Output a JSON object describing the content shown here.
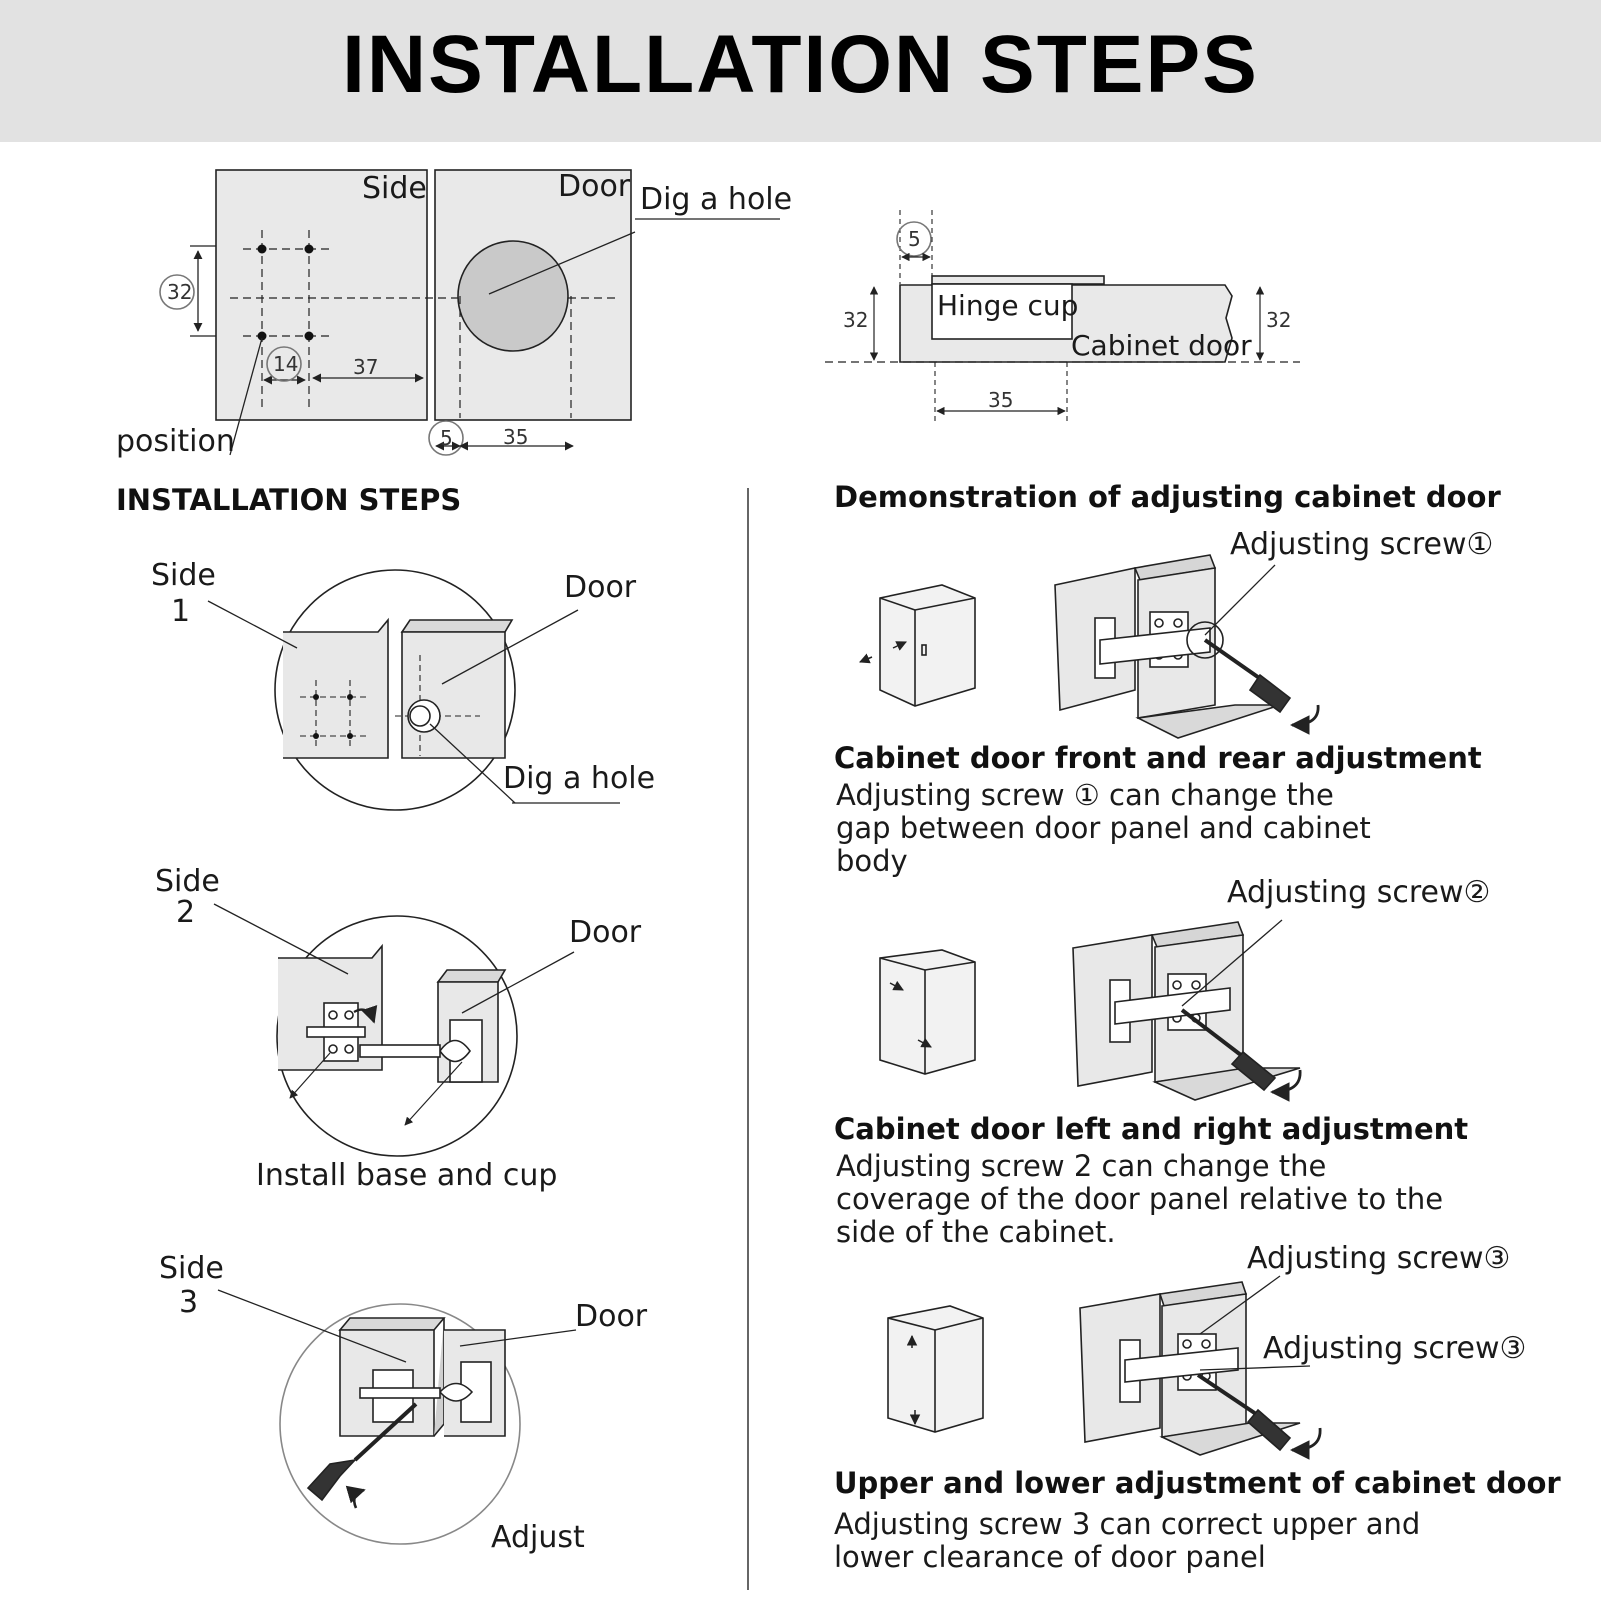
{
  "banner": {
    "title": "INSTALLATION STEPS"
  },
  "drilling": {
    "side_label": "Side",
    "door_label": "Door",
    "dig_hole": "Dig a hole",
    "position": "position",
    "dim_32": "32",
    "dim_14": "14",
    "dim_37": "37",
    "dim_5": "5",
    "dim_35": "35"
  },
  "cross_section": {
    "dim_5": "5",
    "dim_32_left": "32",
    "dim_32_right": "32",
    "dim_35": "35",
    "hinge_cup": "Hinge cup",
    "cabinet_door": "Cabinet door"
  },
  "left_column": {
    "heading": "INSTALLATION STEPS",
    "step1": {
      "side": "Side",
      "num": "1",
      "door": "Door",
      "dig": "Dig a hole"
    },
    "step2": {
      "side": "Side",
      "num": "2",
      "door": "Door",
      "caption": "Install base and cup"
    },
    "step3": {
      "side": "Side",
      "num": "3",
      "door": "Door",
      "caption": "Adjust"
    }
  },
  "right_column": {
    "heading": "Demonstration of adjusting cabinet door",
    "item1": {
      "screw": "Adjusting screw①",
      "title": "Cabinet door front and rear adjustment",
      "desc": "Adjusting screw ① can change the gap between door panel and cabinet body"
    },
    "item2": {
      "screw": "Adjusting screw②",
      "title": "Cabinet door left and right adjustment",
      "desc": "Adjusting screw 2 can change the coverage of the door panel relative to the side of the cabinet."
    },
    "item3": {
      "screw_a": "Adjusting screw③",
      "screw_b": "Adjusting screw③",
      "title": "Upper and lower adjustment of cabinet door",
      "desc": "Adjusting screw 3 can correct upper and lower clearance of door panel"
    }
  }
}
